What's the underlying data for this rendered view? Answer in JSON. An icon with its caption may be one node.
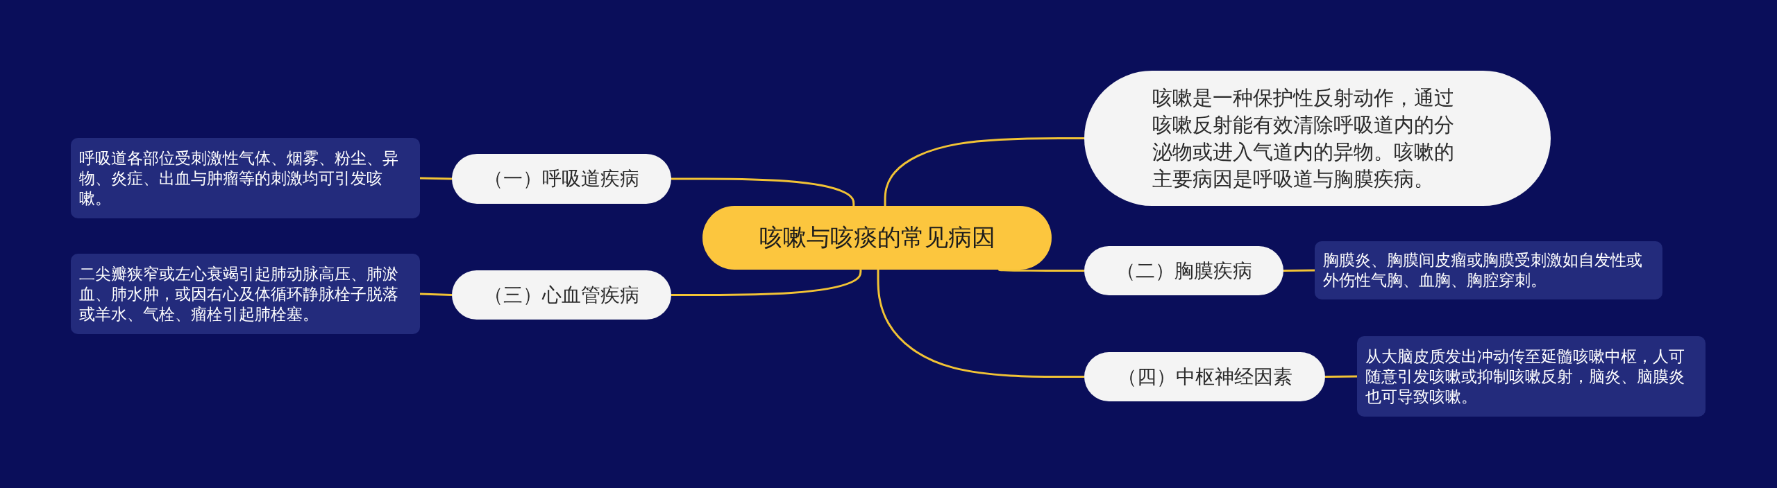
{
  "diagram": {
    "nodes": [
      {
        "text": [
          "咳嗽与咳痰的常见病因"
        ]
      },
      {
        "text": [
          "咳嗽是一种保护性反射动作，通过咳嗽反射能有效清除呼吸道内的分泌物或进入气道内的异物。咳嗽的主要病因是呼吸道与胸膜疾病。"
        ]
      },
      {
        "text": [
          "（一）呼吸道疾病"
        ]
      },
      {
        "text": [
          "呼吸道各部位受刺激性气体、烟雾、粉尘、异物、炎症、出血与肿瘤等的刺激均可引发咳嗽。"
        ]
      },
      {
        "text": [
          "（二）胸膜疾病"
        ]
      },
      {
        "text": [
          "胸膜炎、胸膜间皮瘤或胸膜受刺激如自发性或外伤性气胸、血胸、胸腔穿刺。"
        ]
      },
      {
        "text": [
          "（三）心血管疾病"
        ]
      },
      {
        "text": [
          "二尖瓣狭窄或左心衰竭引起肺动脉高压、肺淤血、肺水肿，或因右心及体循环静脉栓子脱落或羊水、气栓、瘤栓引起肺栓塞。"
        ]
      },
      {
        "text": [
          "（四）中枢神经因素"
        ]
      },
      {
        "text": [
          "从大脑皮质发出冲动传至延髓咳嗽中枢，人可随意引发咳嗽或抑制咳嗽反射，脑炎、脑膜炎也可导致咳嗽。"
        ]
      }
    ],
    "edges": [
      {
        "from": 0,
        "to": 1,
        "arrow": "none"
      },
      {
        "from": 0,
        "to": 2,
        "arrow": "none"
      },
      {
        "from": 0,
        "to": 4,
        "arrow": "none"
      },
      {
        "from": 0,
        "to": 6,
        "arrow": "none"
      },
      {
        "from": 0,
        "to": 8,
        "arrow": "none"
      },
      {
        "from": 2,
        "to": 3,
        "arrow": "none"
      },
      {
        "from": 4,
        "to": 5,
        "arrow": "none"
      },
      {
        "from": 6,
        "to": 7,
        "arrow": "none"
      },
      {
        "from": 8,
        "to": 9,
        "arrow": "none"
      }
    ]
  }
}
